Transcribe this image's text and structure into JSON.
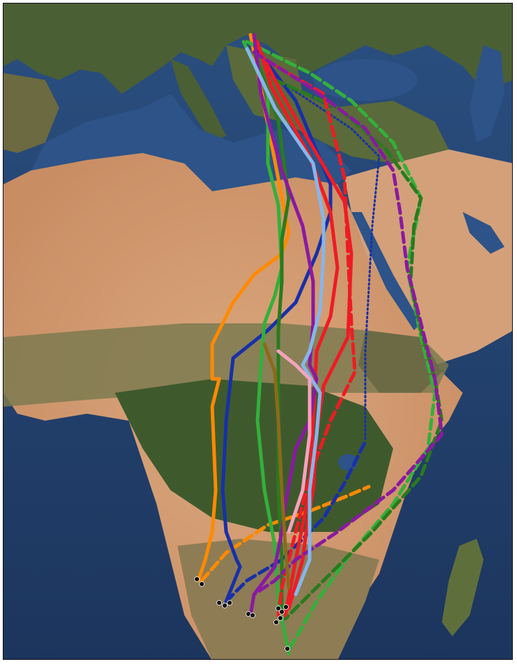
{
  "map": {
    "type": "satellite-migration-tracks",
    "region": "Europe-Africa",
    "colors": {
      "ocean": "#22406e",
      "ocean_light": "#33578a",
      "sahara": "#d9a37a",
      "sahara_dark": "#c98a62",
      "forest": "#3d5a2c",
      "savanna": "#7c7a52",
      "europe_land": "#4a5e34"
    },
    "tracks": [
      {
        "id": "orange-solid",
        "color": "#ff8a00",
        "style": "solid"
      },
      {
        "id": "orange-dashed",
        "color": "#ff8a00",
        "style": "dashed"
      },
      {
        "id": "navy-solid",
        "color": "#1830a8",
        "style": "solid"
      },
      {
        "id": "navy-dashed",
        "color": "#1830a8",
        "style": "dashed"
      },
      {
        "id": "navy-dotted",
        "color": "#1830a8",
        "style": "dotted"
      },
      {
        "id": "green-solid",
        "color": "#33b03a",
        "style": "solid"
      },
      {
        "id": "green-dashed",
        "color": "#33b03a",
        "style": "dashed"
      },
      {
        "id": "darkgreen-solid",
        "color": "#2a7a1e",
        "style": "solid"
      },
      {
        "id": "darkgreen-dashed",
        "color": "#2a7a1e",
        "style": "dashed"
      },
      {
        "id": "red-solid-1",
        "color": "#ee1c24",
        "style": "solid"
      },
      {
        "id": "red-solid-2",
        "color": "#ee1c24",
        "style": "solid"
      },
      {
        "id": "red-dashed",
        "color": "#ee1c24",
        "style": "dashed"
      },
      {
        "id": "purple-solid",
        "color": "#8a1aa0",
        "style": "solid"
      },
      {
        "id": "purple-dashed",
        "color": "#8a1aa0",
        "style": "dashed"
      },
      {
        "id": "lightblue-solid",
        "color": "#86b6ea",
        "style": "solid"
      },
      {
        "id": "pink-solid",
        "color": "#f5a3bd",
        "style": "solid"
      },
      {
        "id": "brown-solid",
        "color": "#8b6a1a",
        "style": "solid"
      }
    ],
    "markers": [
      {
        "id": "endpoint-angola",
        "color": "#111111"
      },
      {
        "id": "endpoint-namibia",
        "color": "#111111"
      },
      {
        "id": "endpoint-botswana-1",
        "color": "#111111"
      },
      {
        "id": "endpoint-botswana-2",
        "color": "#111111"
      },
      {
        "id": "endpoint-zimbabwe",
        "color": "#111111"
      }
    ]
  }
}
